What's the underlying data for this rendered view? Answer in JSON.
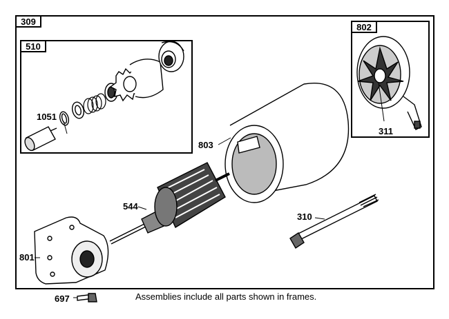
{
  "frames": {
    "main": {
      "label": "309"
    },
    "drive": {
      "label": "510"
    },
    "endcap": {
      "label": "802"
    }
  },
  "callouts": {
    "c1051": "1051",
    "c803": "803",
    "c544": "544",
    "c310": "310",
    "c311": "311",
    "c801": "801",
    "c697": "697"
  },
  "note": "Assemblies include all parts shown in frames."
}
